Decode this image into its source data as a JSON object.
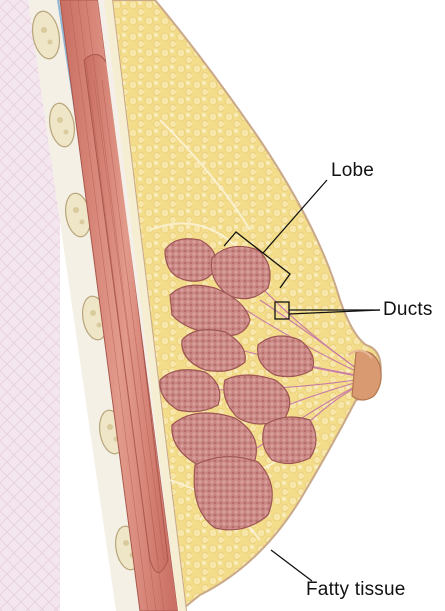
{
  "labels": {
    "lobe": "Lobe",
    "ducts": "Ducts",
    "fatty_tissue": "Fatty tissue"
  },
  "colors": {
    "fat": "#f3dc8a",
    "fat_light": "#f8eab8",
    "lobule": "#c98683",
    "lobule_dark": "#a65c5c",
    "muscle": "#d9877a",
    "skin_outline": "#c9a98a",
    "nipple": "#d99a72",
    "chest_wall_bg": "#efe3ea",
    "leader_line": "#111111"
  }
}
